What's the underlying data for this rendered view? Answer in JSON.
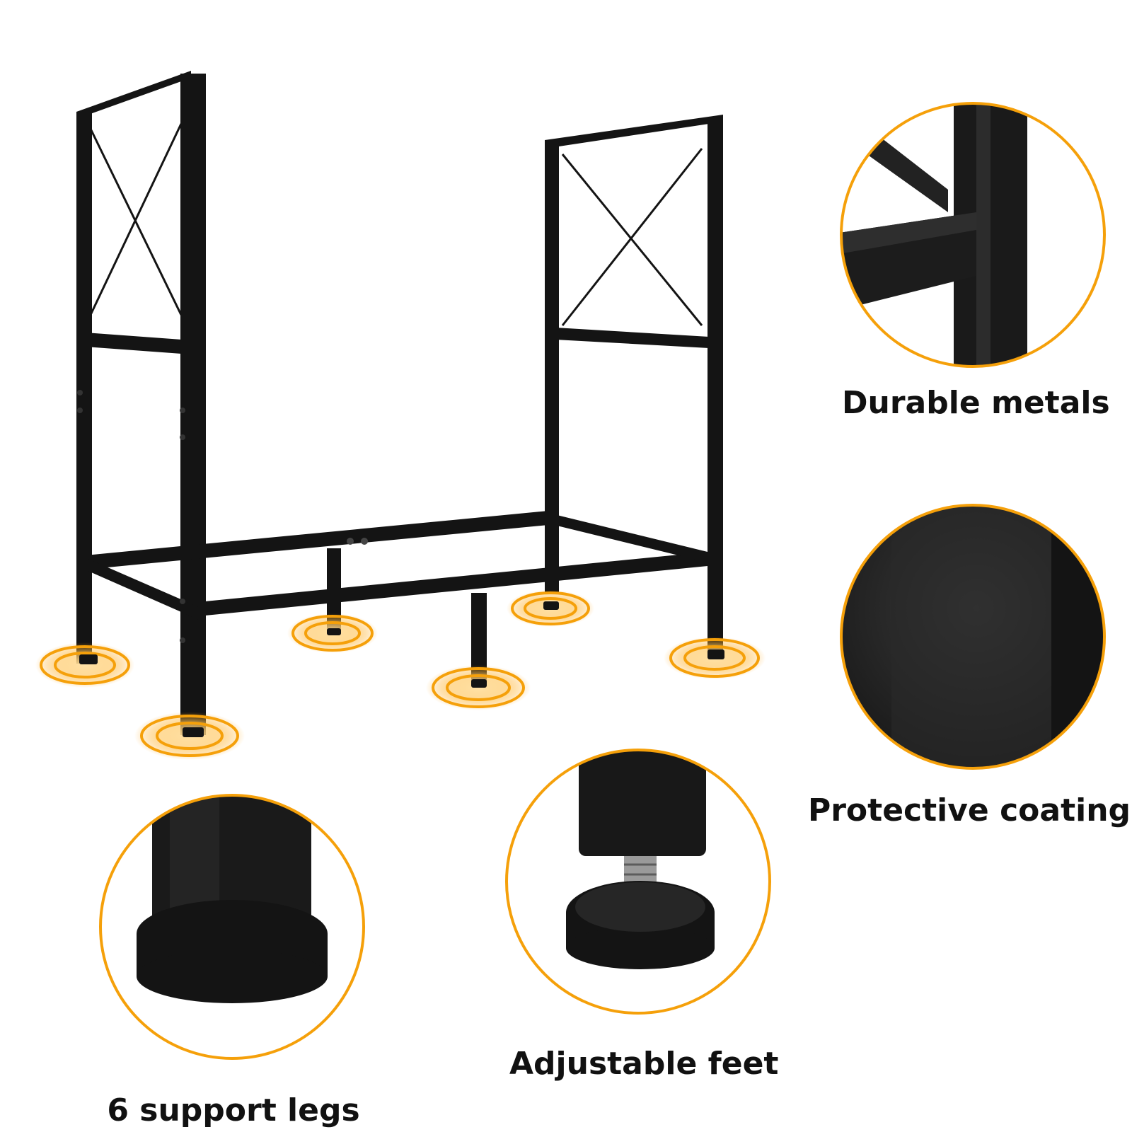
{
  "features": {
    "durable": "Durable metals",
    "protective": "Protective coating",
    "adjustable": "Adjustable feet",
    "support": "6 support legs"
  },
  "colors": {
    "accent": "#F5A00A",
    "frame": "#111111",
    "background": "#FFFFFF"
  }
}
